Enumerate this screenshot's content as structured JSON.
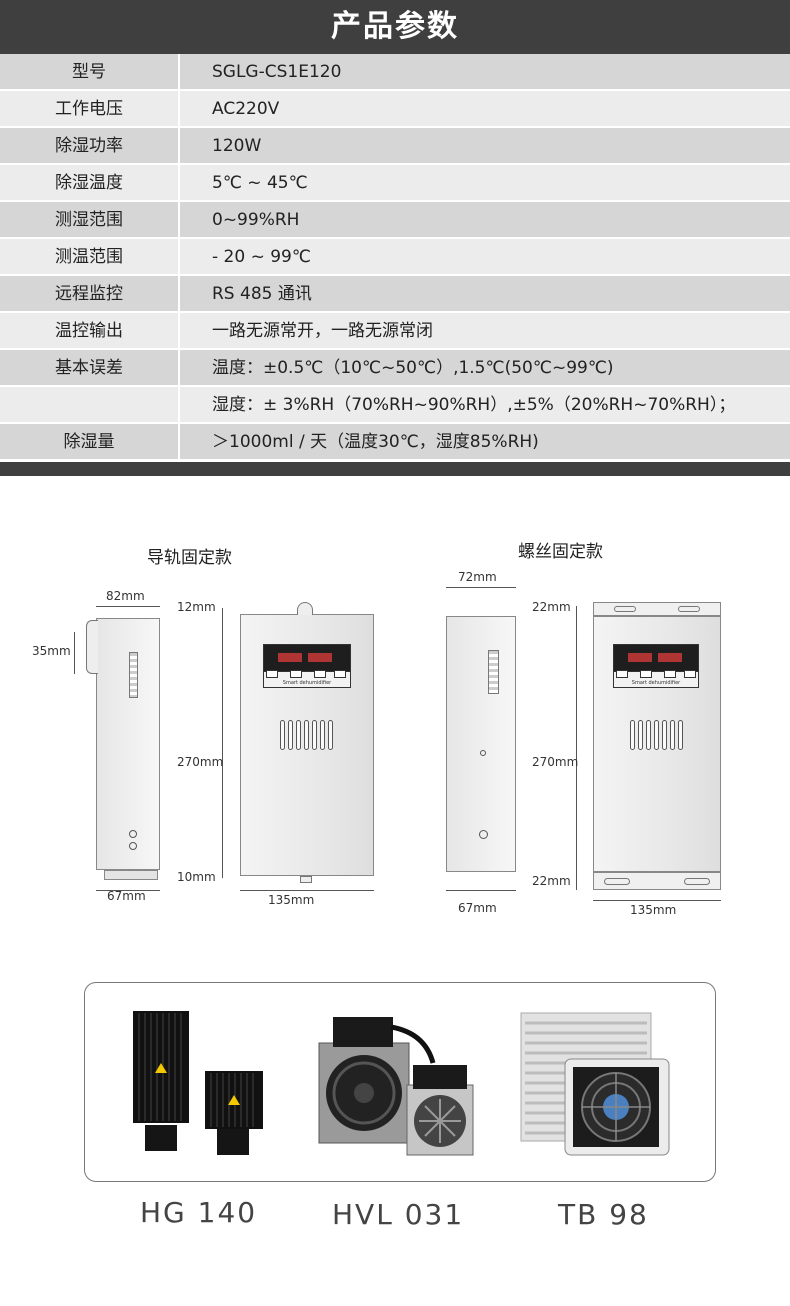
{
  "header": {
    "title": "产品参数"
  },
  "specs": [
    {
      "label": "型号",
      "value": "SGLG-CS1E120"
    },
    {
      "label": "工作电压",
      "value": "AC220V"
    },
    {
      "label": "除湿功率",
      "value": "120W"
    },
    {
      "label": "除湿温度",
      "value": "5℃ ~ 45℃"
    },
    {
      "label": "测湿范围",
      "value": "0~99%RH"
    },
    {
      "label": "测温范围",
      "value": "- 20 ~ 99℃"
    },
    {
      "label": "远程监控",
      "value": "RS 485 通讯"
    },
    {
      "label": "温控输出",
      "value": "一路无源常开，一路无源常闭"
    },
    {
      "label": "基本误差",
      "value": "温度：±0.5℃（10℃~50℃）,1.5℃(50℃~99℃)"
    },
    {
      "label": "",
      "value": "湿度：± 3%RH（70%RH~90%RH）,±5%（20%RH~70%RH）；"
    },
    {
      "label": "除湿量",
      "value": "＞1000ml / 天（温度30℃，湿度85%RH)"
    }
  ],
  "diagrams": {
    "rail": {
      "title": "导轨固定款",
      "dims": {
        "width_top": "82mm",
        "hook": "35mm",
        "depth_bottom": "67mm",
        "top_gap": "12mm",
        "height": "270mm",
        "bottom_gap": "10mm",
        "front_width": "135mm"
      }
    },
    "screw": {
      "title": "螺丝固定款",
      "dims": {
        "width_top": "72mm",
        "depth_bottom": "67mm",
        "top_gap": "22mm",
        "height": "270mm",
        "bottom_gap": "22mm",
        "front_width": "135mm"
      }
    },
    "panel_caption": "Smart dehumidifier"
  },
  "products": [
    {
      "name": "HG 140"
    },
    {
      "name": "HVL 031"
    },
    {
      "name": "TB 98"
    }
  ]
}
